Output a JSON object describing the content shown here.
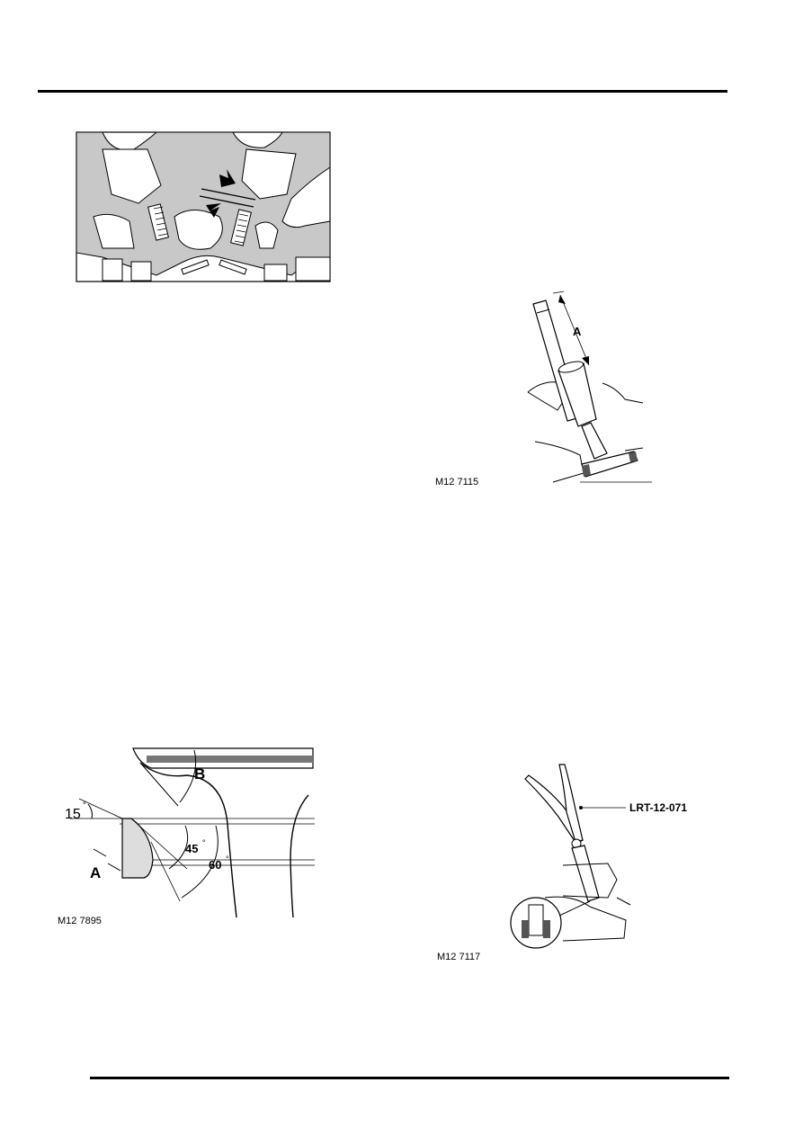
{
  "figures": {
    "valve_guides": {
      "caption": ""
    },
    "valve_stem": {
      "caption": "M12 7115",
      "label_a": "A"
    },
    "valve_seat": {
      "caption": "M12 7895",
      "label_a": "A",
      "label_b": "B",
      "angle_15": "15",
      "angle_45": "45",
      "angle_60": "60",
      "degree": "°"
    },
    "seal_tool": {
      "caption": "M12 7117",
      "tool_label": "LRT-12-071"
    }
  }
}
